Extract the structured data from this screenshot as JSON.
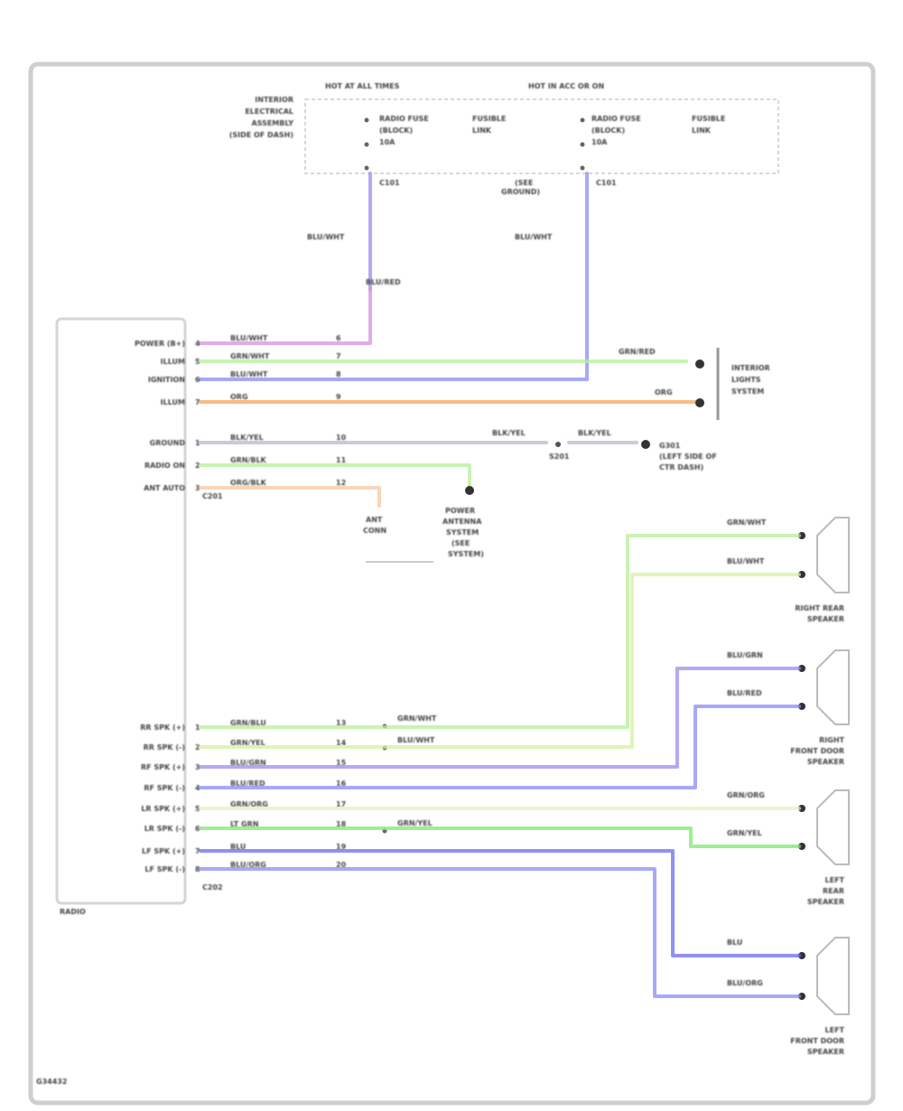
{
  "colors": {
    "purple": "#9b8cf2",
    "blue": "#8a8cf5",
    "green": "#b8ee9a",
    "orange": "#f7a45c",
    "gray": "#b8b8d0",
    "pink": "#d890e0",
    "lime": "#7ee86e",
    "frame": "#cfcfcf"
  },
  "top": {
    "hot_at_all_times": "HOT AT ALL TIMES",
    "hot_in_acc": "HOT IN ACC OR ON",
    "side_label": [
      "INTERIOR",
      "ELECTRICAL",
      "ASSEMBLY",
      "(SIDE OF DASH)"
    ],
    "fuse1": [
      "RADIO FUSE",
      "(BLOCK)",
      "10A"
    ],
    "fuse1_note": [
      "FUSIBLE",
      "LINK"
    ],
    "fuse2": [
      "RADIO FUSE",
      "(BLOCK)",
      "10A"
    ],
    "fuse2_note": [
      "FUSIBLE",
      "LINK"
    ],
    "conn1": "C101",
    "conn2": "C101",
    "ground_note": [
      "(SEE",
      "GROUND)"
    ]
  },
  "wires_top": {
    "w1": "BLU/WHT",
    "w1b": "BLU/RED",
    "w2": "BLU/WHT"
  },
  "radio": {
    "label": "RADIO",
    "conn_top": "C201",
    "conn_bottom": "C202",
    "pins_top": [
      {
        "name": "POWER (B+)",
        "pin": "4",
        "wire": "BLU/WHT",
        "cav": "6"
      },
      {
        "name": "ILLUM",
        "pin": "5",
        "wire": "GRN/WHT",
        "cav": "7"
      },
      {
        "name": "IGNITION",
        "pin": "6",
        "wire": "BLU/WHT",
        "cav": "8"
      },
      {
        "name": "ILLUM",
        "pin": "7",
        "wire": "ORG",
        "cav": "9"
      },
      {
        "name": "GROUND",
        "pin": "1",
        "wire": "BLK/YEL",
        "cav": "10"
      },
      {
        "name": "RADIO ON",
        "pin": "2",
        "wire": "GRN/BLK",
        "cav": "11"
      },
      {
        "name": "ANT AUTO",
        "pin": "3",
        "wire": "ORG/BLK",
        "cav": "12"
      }
    ],
    "pins_bottom": [
      {
        "name": "RR SPK (+)",
        "pin": "1",
        "wire": "GRN/BLU",
        "cav": "13"
      },
      {
        "name": "RR SPK (-)",
        "pin": "2",
        "wire": "GRN/YEL",
        "cav": "14"
      },
      {
        "name": "RF SPK (+)",
        "pin": "3",
        "wire": "BLU/GRN",
        "cav": "15"
      },
      {
        "name": "RF SPK (-)",
        "pin": "4",
        "wire": "BLU/RED",
        "cav": "16"
      },
      {
        "name": "LR SPK (+)",
        "pin": "5",
        "wire": "GRN/ORG",
        "cav": "17"
      },
      {
        "name": "LR SPK (-)",
        "pin": "6",
        "wire": "LT GRN",
        "cav": "18"
      },
      {
        "name": "LF SPK (+)",
        "pin": "7",
        "wire": "BLU",
        "cav": "19"
      },
      {
        "name": "LF SPK (-)",
        "pin": "8",
        "wire": "BLU/ORG",
        "cav": "20"
      }
    ],
    "splice_labels": [
      "GRN/WHT",
      "BLU/WHT",
      "GRN/YEL"
    ]
  },
  "right": {
    "illum_wire1": "GRN/RED",
    "illum_wire2": "ORG",
    "illum_label": [
      "INTERIOR",
      "LIGHTS",
      "SYSTEM"
    ],
    "ground_wire1": "BLK/YEL",
    "ground_wire2": "BLK/YEL",
    "ground_label": [
      "G301",
      "(LEFT SIDE OF",
      "CTR DASH)"
    ],
    "ground_splice": "S201",
    "power_ant": [
      "POWER",
      "ANTENNA",
      "SYSTEM",
      "(SEE",
      "SYSTEM)"
    ],
    "ant_conn": [
      "ANT",
      "CONN"
    ],
    "speakers": [
      {
        "label": [
          "RIGHT REAR",
          "SPEAKER"
        ],
        "w1": "GRN/WHT",
        "w2": "BLU/WHT"
      },
      {
        "label": [
          "RIGHT",
          "FRONT DOOR",
          "SPEAKER"
        ],
        "w1": "BLU/GRN",
        "w2": "BLU/RED"
      },
      {
        "label": [
          "LEFT",
          "REAR",
          "SPEAKER"
        ],
        "w1": "GRN/ORG",
        "w2": "GRN/YEL"
      },
      {
        "label": [
          "LEFT",
          "FRONT DOOR",
          "SPEAKER"
        ],
        "w1": "BLU",
        "w2": "BLU/ORG"
      }
    ]
  },
  "footer": "G34432"
}
